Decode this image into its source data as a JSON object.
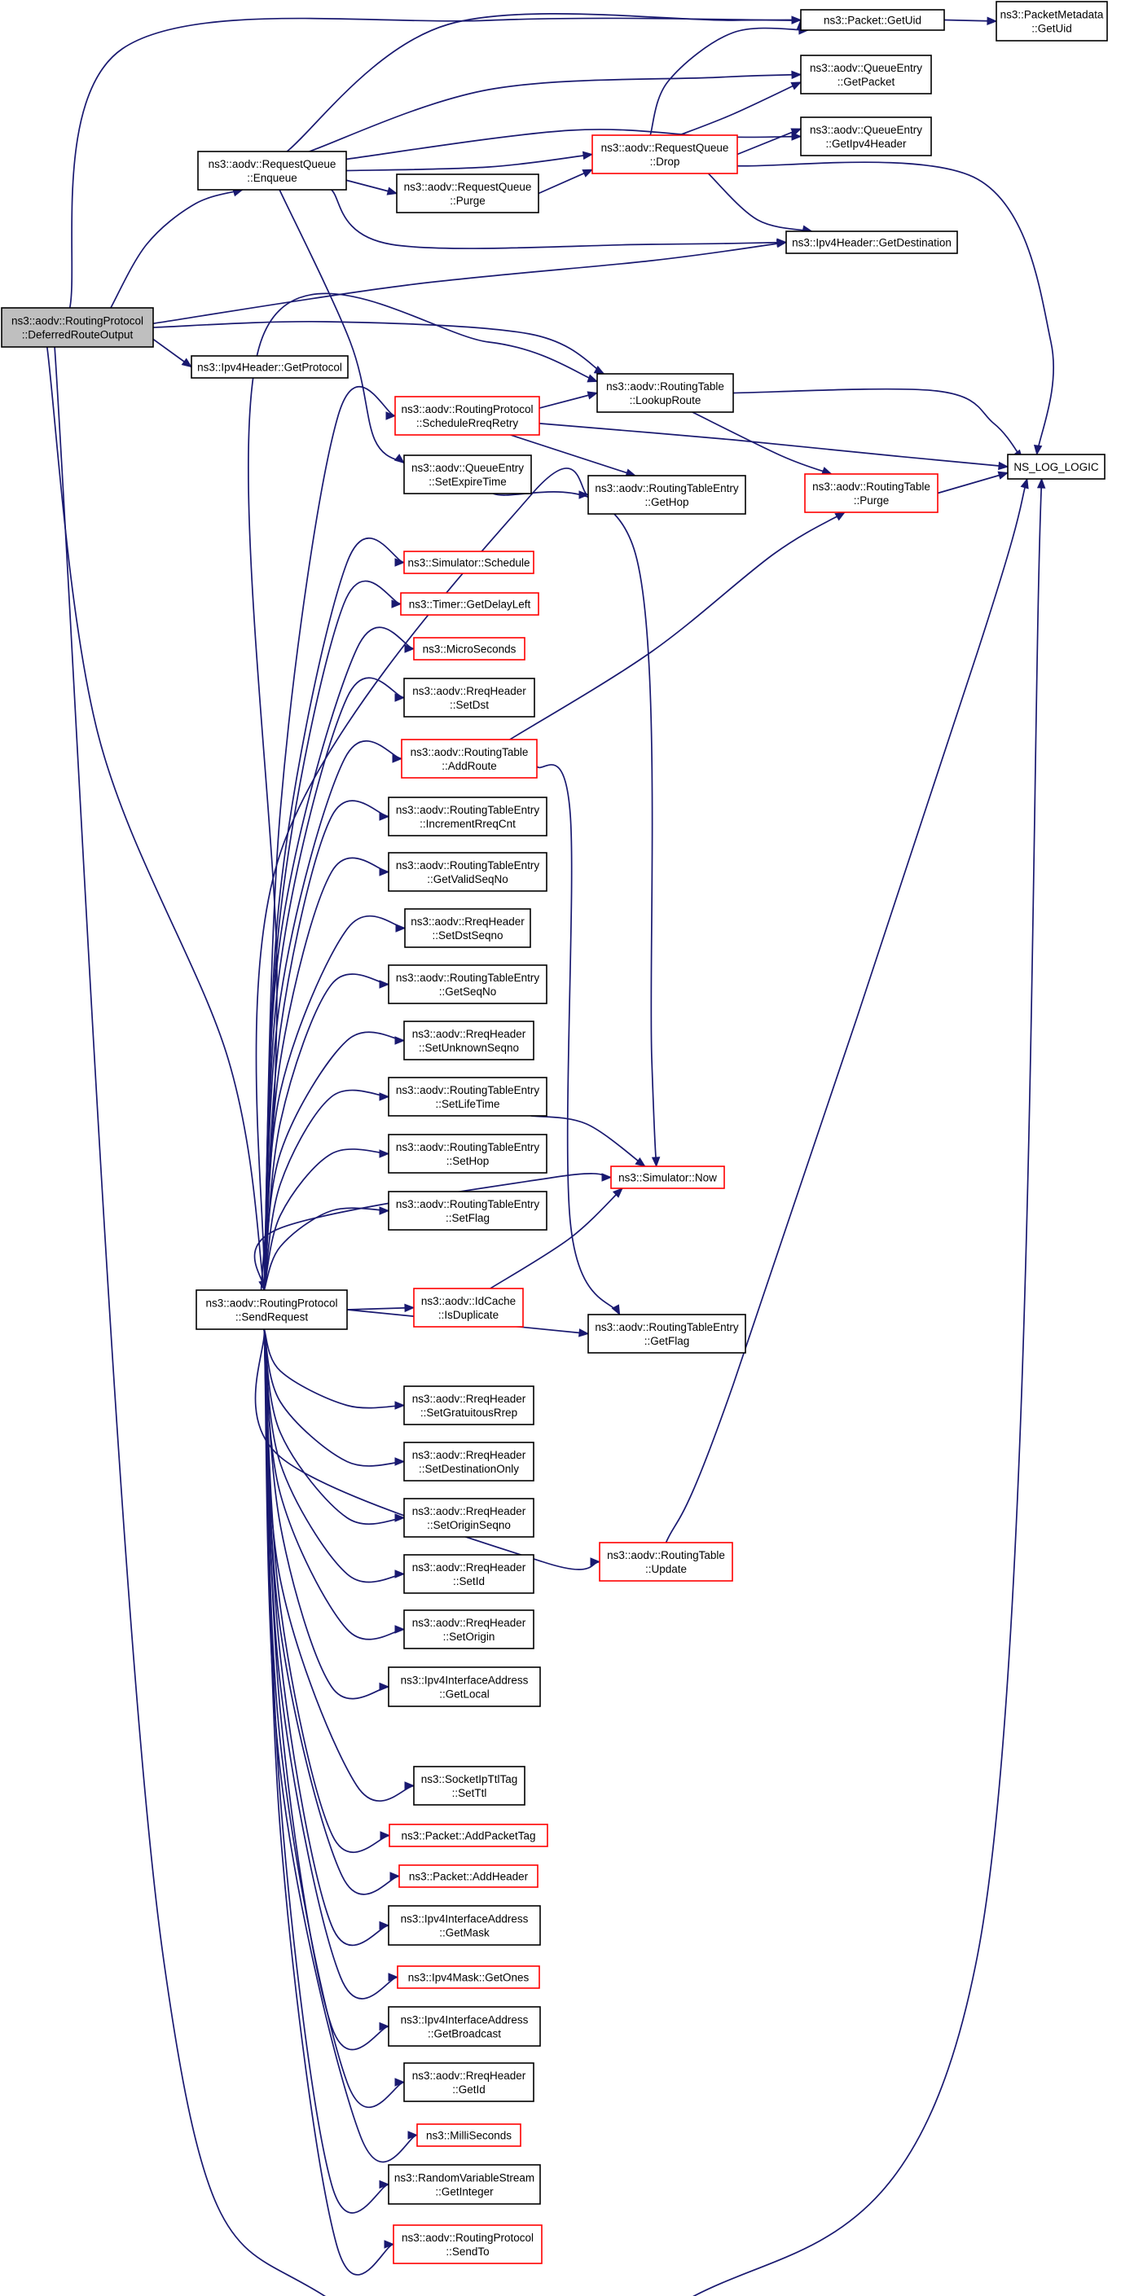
{
  "diagram": {
    "type": "call-graph",
    "colors": {
      "edge": "#191970",
      "root_fill": "#bfbfbf",
      "root_border": "#000000",
      "node_border": "#000000",
      "truncated_border": "#ff0000",
      "node_fill": "#ffffff"
    },
    "nodes": [
      {
        "id": "n0",
        "lines": [
          "ns3::aodv::RoutingProtocol",
          "::DeferredRouteOutput"
        ],
        "style": "root"
      },
      {
        "id": "n1",
        "lines": [
          "ns3::aodv::RequestQueue",
          "::Enqueue"
        ],
        "style": "normal"
      },
      {
        "id": "n2",
        "lines": [
          "ns3::Packet::GetUid"
        ],
        "style": "normal"
      },
      {
        "id": "n3",
        "lines": [
          "ns3::PacketMetadata",
          "::GetUid"
        ],
        "style": "normal"
      },
      {
        "id": "n4",
        "lines": [
          "ns3::aodv::QueueEntry",
          "::GetPacket"
        ],
        "style": "normal"
      },
      {
        "id": "n5",
        "lines": [
          "ns3::aodv::QueueEntry",
          "::GetIpv4Header"
        ],
        "style": "normal"
      },
      {
        "id": "n6",
        "lines": [
          "ns3::aodv::RequestQueue",
          "::Drop"
        ],
        "style": "truncated"
      },
      {
        "id": "n7",
        "lines": [
          "ns3::aodv::RequestQueue",
          "::Purge"
        ],
        "style": "normal"
      },
      {
        "id": "n8",
        "lines": [
          "ns3::Ipv4Header::GetDestination"
        ],
        "style": "normal"
      },
      {
        "id": "n9",
        "lines": [
          "ns3::Ipv4Header::GetProtocol"
        ],
        "style": "normal"
      },
      {
        "id": "n10",
        "lines": [
          "ns3::aodv::RoutingTable",
          "::LookupRoute"
        ],
        "style": "normal"
      },
      {
        "id": "n11",
        "lines": [
          "ns3::aodv::RoutingProtocol",
          "::ScheduleRreqRetry"
        ],
        "style": "truncated"
      },
      {
        "id": "n12",
        "lines": [
          "NS_LOG_LOGIC"
        ],
        "style": "normal"
      },
      {
        "id": "n13",
        "lines": [
          "ns3::aodv::QueueEntry",
          "::SetExpireTime"
        ],
        "style": "normal"
      },
      {
        "id": "n14",
        "lines": [
          "ns3::aodv::RoutingTableEntry",
          "::GetHop"
        ],
        "style": "normal"
      },
      {
        "id": "n15",
        "lines": [
          "ns3::aodv::RoutingTable",
          "::Purge"
        ],
        "style": "truncated"
      },
      {
        "id": "n16",
        "lines": [
          "ns3::Simulator::Schedule"
        ],
        "style": "truncated"
      },
      {
        "id": "n17",
        "lines": [
          "ns3::Timer::GetDelayLeft"
        ],
        "style": "truncated"
      },
      {
        "id": "n18",
        "lines": [
          "ns3::MicroSeconds"
        ],
        "style": "truncated"
      },
      {
        "id": "n19",
        "lines": [
          "ns3::aodv::RreqHeader",
          "::SetDst"
        ],
        "style": "normal"
      },
      {
        "id": "n20",
        "lines": [
          "ns3::aodv::RoutingTable",
          "::AddRoute"
        ],
        "style": "truncated"
      },
      {
        "id": "n21",
        "lines": [
          "ns3::aodv::RoutingTableEntry",
          "::IncrementRreqCnt"
        ],
        "style": "normal"
      },
      {
        "id": "n22",
        "lines": [
          "ns3::aodv::RoutingTableEntry",
          "::GetValidSeqNo"
        ],
        "style": "normal"
      },
      {
        "id": "n23",
        "lines": [
          "ns3::aodv::RreqHeader",
          "::SetDstSeqno"
        ],
        "style": "normal"
      },
      {
        "id": "n24",
        "lines": [
          "ns3::aodv::RoutingTableEntry",
          "::GetSeqNo"
        ],
        "style": "normal"
      },
      {
        "id": "n25",
        "lines": [
          "ns3::aodv::RreqHeader",
          "::SetUnknownSeqno"
        ],
        "style": "normal"
      },
      {
        "id": "n26",
        "lines": [
          "ns3::aodv::RoutingTableEntry",
          "::SetLifeTime"
        ],
        "style": "normal"
      },
      {
        "id": "n27",
        "lines": [
          "ns3::aodv::RoutingTableEntry",
          "::SetHop"
        ],
        "style": "normal"
      },
      {
        "id": "n28",
        "lines": [
          "ns3::Simulator::Now"
        ],
        "style": "truncated"
      },
      {
        "id": "n29",
        "lines": [
          "ns3::aodv::RoutingTableEntry",
          "::SetFlag"
        ],
        "style": "normal"
      },
      {
        "id": "n30",
        "lines": [
          "ns3::aodv::RoutingProtocol",
          "::SendRequest"
        ],
        "style": "normal"
      },
      {
        "id": "n31",
        "lines": [
          "ns3::aodv::IdCache",
          "::IsDuplicate"
        ],
        "style": "truncated"
      },
      {
        "id": "n32",
        "lines": [
          "ns3::aodv::RoutingTableEntry",
          "::GetFlag"
        ],
        "style": "normal"
      },
      {
        "id": "n33",
        "lines": [
          "ns3::aodv::RreqHeader",
          "::SetGratuitousRrep"
        ],
        "style": "normal"
      },
      {
        "id": "n34",
        "lines": [
          "ns3::aodv::RreqHeader",
          "::SetDestinationOnly"
        ],
        "style": "normal"
      },
      {
        "id": "n35",
        "lines": [
          "ns3::aodv::RreqHeader",
          "::SetOriginSeqno"
        ],
        "style": "normal"
      },
      {
        "id": "n36",
        "lines": [
          "ns3::aodv::RoutingTable",
          "::Update"
        ],
        "style": "truncated"
      },
      {
        "id": "n37",
        "lines": [
          "ns3::aodv::RreqHeader",
          "::SetId"
        ],
        "style": "normal"
      },
      {
        "id": "n38",
        "lines": [
          "ns3::aodv::RreqHeader",
          "::SetOrigin"
        ],
        "style": "normal"
      },
      {
        "id": "n39",
        "lines": [
          "ns3::Ipv4InterfaceAddress",
          "::GetLocal"
        ],
        "style": "normal"
      },
      {
        "id": "n40",
        "lines": [
          "ns3::SocketIpTtlTag",
          "::SetTtl"
        ],
        "style": "normal"
      },
      {
        "id": "n41",
        "lines": [
          "ns3::Packet::AddPacketTag"
        ],
        "style": "truncated"
      },
      {
        "id": "n42",
        "lines": [
          "ns3::Packet::AddHeader"
        ],
        "style": "truncated"
      },
      {
        "id": "n43",
        "lines": [
          "ns3::Ipv4InterfaceAddress",
          "::GetMask"
        ],
        "style": "normal"
      },
      {
        "id": "n44",
        "lines": [
          "ns3::Ipv4Mask::GetOnes"
        ],
        "style": "truncated"
      },
      {
        "id": "n45",
        "lines": [
          "ns3::Ipv4InterfaceAddress",
          "::GetBroadcast"
        ],
        "style": "normal"
      },
      {
        "id": "n46",
        "lines": [
          "ns3::aodv::RreqHeader",
          "::GetId"
        ],
        "style": "normal"
      },
      {
        "id": "n47",
        "lines": [
          "ns3::MilliSeconds"
        ],
        "style": "truncated"
      },
      {
        "id": "n48",
        "lines": [
          "ns3::RandomVariableStream",
          "::GetInteger"
        ],
        "style": "normal"
      },
      {
        "id": "n49",
        "lines": [
          "ns3::aodv::RoutingProtocol",
          "::SendTo"
        ],
        "style": "truncated"
      }
    ],
    "edges": [
      [
        "n0",
        "n1"
      ],
      [
        "n0",
        "n2"
      ],
      [
        "n0",
        "n8"
      ],
      [
        "n0",
        "n9"
      ],
      [
        "n0",
        "n10"
      ],
      [
        "n0",
        "n30"
      ],
      [
        "n0",
        "n12"
      ],
      [
        "n1",
        "n2"
      ],
      [
        "n1",
        "n4"
      ],
      [
        "n1",
        "n5"
      ],
      [
        "n1",
        "n6"
      ],
      [
        "n1",
        "n7"
      ],
      [
        "n1",
        "n8"
      ],
      [
        "n1",
        "n13"
      ],
      [
        "n2",
        "n3"
      ],
      [
        "n6",
        "n2"
      ],
      [
        "n6",
        "n4"
      ],
      [
        "n6",
        "n5"
      ],
      [
        "n6",
        "n8"
      ],
      [
        "n6",
        "n12"
      ],
      [
        "n7",
        "n6"
      ],
      [
        "n10",
        "n12"
      ],
      [
        "n10",
        "n15"
      ],
      [
        "n11",
        "n10"
      ],
      [
        "n11",
        "n12"
      ],
      [
        "n11",
        "n14"
      ],
      [
        "n13",
        "n28"
      ],
      [
        "n15",
        "n12"
      ],
      [
        "n20",
        "n15"
      ],
      [
        "n20",
        "n32"
      ],
      [
        "n26",
        "n28"
      ],
      [
        "n31",
        "n28"
      ],
      [
        "n36",
        "n12"
      ],
      [
        "n30",
        "n10"
      ],
      [
        "n30",
        "n11"
      ],
      [
        "n30",
        "n14"
      ],
      [
        "n30",
        "n16"
      ],
      [
        "n30",
        "n17"
      ],
      [
        "n30",
        "n18"
      ],
      [
        "n30",
        "n19"
      ],
      [
        "n30",
        "n20"
      ],
      [
        "n30",
        "n21"
      ],
      [
        "n30",
        "n22"
      ],
      [
        "n30",
        "n23"
      ],
      [
        "n30",
        "n24"
      ],
      [
        "n30",
        "n25"
      ],
      [
        "n30",
        "n26"
      ],
      [
        "n30",
        "n27"
      ],
      [
        "n30",
        "n28"
      ],
      [
        "n30",
        "n29"
      ],
      [
        "n30",
        "n31"
      ],
      [
        "n30",
        "n32"
      ],
      [
        "n30",
        "n33"
      ],
      [
        "n30",
        "n34"
      ],
      [
        "n30",
        "n35"
      ],
      [
        "n30",
        "n36"
      ],
      [
        "n30",
        "n37"
      ],
      [
        "n30",
        "n38"
      ],
      [
        "n30",
        "n39"
      ],
      [
        "n30",
        "n40"
      ],
      [
        "n30",
        "n41"
      ],
      [
        "n30",
        "n42"
      ],
      [
        "n30",
        "n43"
      ],
      [
        "n30",
        "n44"
      ],
      [
        "n30",
        "n45"
      ],
      [
        "n30",
        "n46"
      ],
      [
        "n30",
        "n47"
      ],
      [
        "n30",
        "n48"
      ],
      [
        "n30",
        "n49"
      ]
    ]
  }
}
